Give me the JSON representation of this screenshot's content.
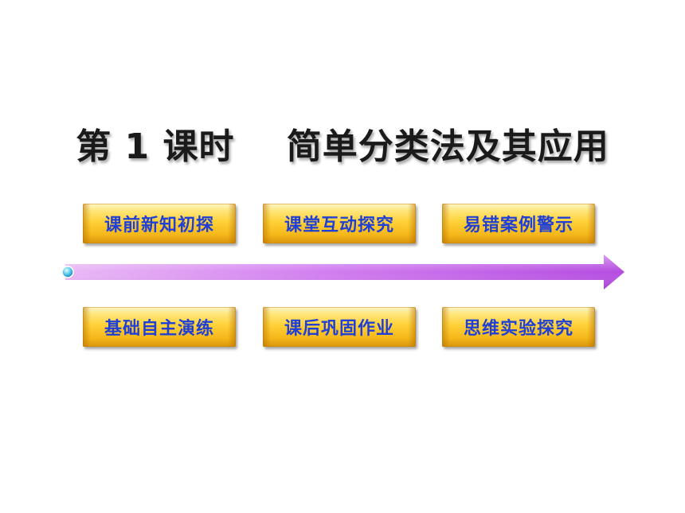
{
  "title": "第 1 课时    简单分类法及其应用",
  "top_buttons": [
    {
      "label": "课前新知初探"
    },
    {
      "label": "课堂互动探究"
    },
    {
      "label": "易错案例警示"
    }
  ],
  "bottom_buttons": [
    {
      "label": "基础自主演练"
    },
    {
      "label": "课后巩固作业"
    },
    {
      "label": "思维实验探究"
    }
  ],
  "colors": {
    "label_blue": "#1f3fd6",
    "arrow_purple": "#b44be0",
    "button_gold": "#ffd23a"
  },
  "icons": {
    "arrow": "right-arrow-icon",
    "arrow_start": "blue-dot-icon"
  }
}
